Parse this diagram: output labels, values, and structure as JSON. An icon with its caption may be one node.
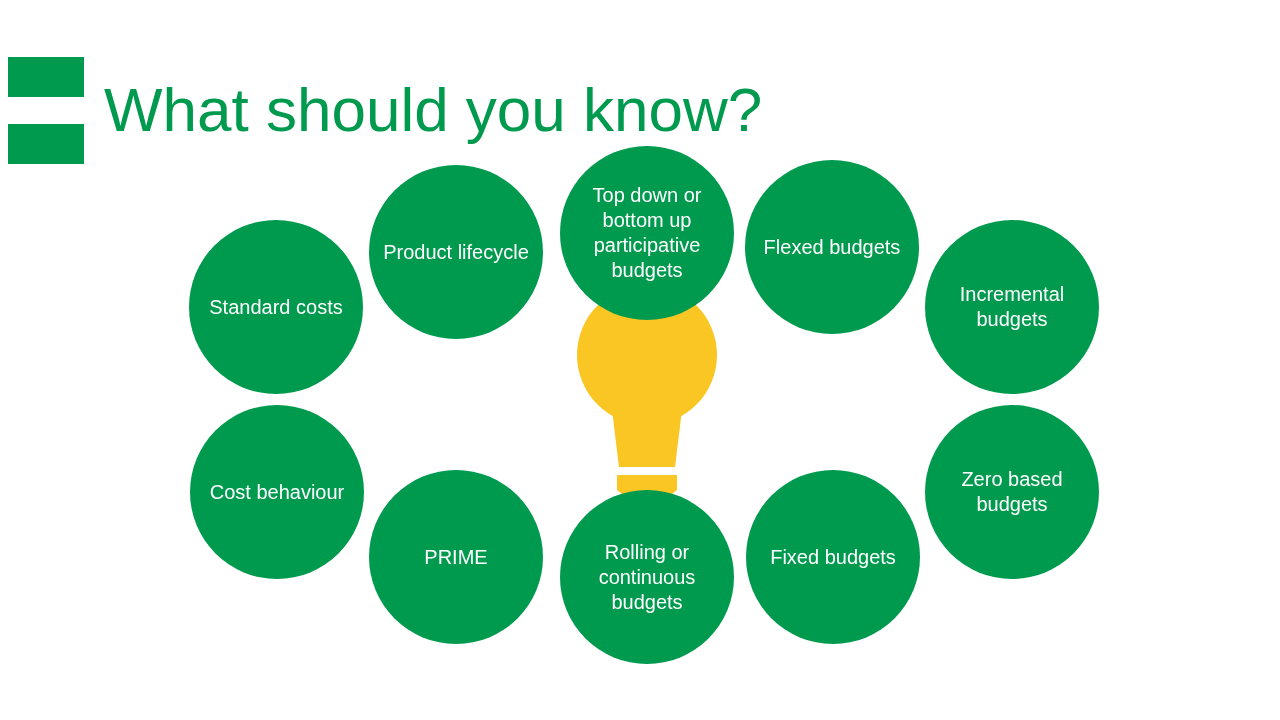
{
  "diagram": {
    "title": "What should you know?",
    "nodes": [
      {
        "text": [
          "Standard costs"
        ]
      },
      {
        "text": [
          "Product lifecycle"
        ]
      },
      {
        "text": [
          "Top down or bottom up participative budgets"
        ]
      },
      {
        "text": [
          "Flexed budgets"
        ]
      },
      {
        "text": [
          "Incremental budgets"
        ]
      },
      {
        "text": [
          "Cost behaviour"
        ]
      },
      {
        "text": [
          "PRIME"
        ]
      },
      {
        "text": [
          "Rolling or continuous budgets"
        ]
      },
      {
        "text": [
          "Fixed budgets"
        ]
      },
      {
        "text": [
          "Zero based budgets"
        ]
      }
    ]
  }
}
